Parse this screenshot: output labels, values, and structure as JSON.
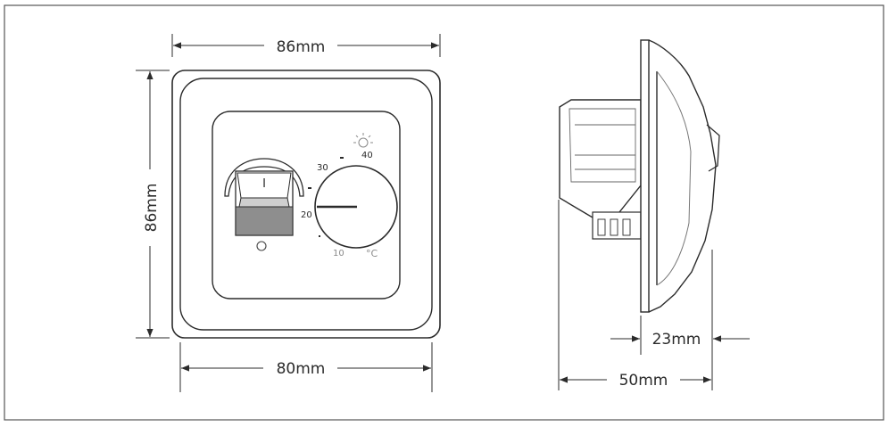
{
  "dimensions": {
    "front_width_outer": "86mm",
    "front_height": "86mm",
    "front_width_inner": "80mm",
    "side_depth_front": "23mm",
    "side_depth_total": "50mm"
  },
  "dial": {
    "scale_30": "30",
    "scale_40": "40",
    "scale_20": "20",
    "scale_10": "10",
    "unit": "°C"
  },
  "switch": {
    "on_mark": "I",
    "off_mark": "O"
  },
  "icons": {
    "heat_indicator": "sun-icon"
  },
  "colors": {
    "line": "#2b2b2b",
    "light_line": "#8a8a8a",
    "frame": "#555555"
  }
}
